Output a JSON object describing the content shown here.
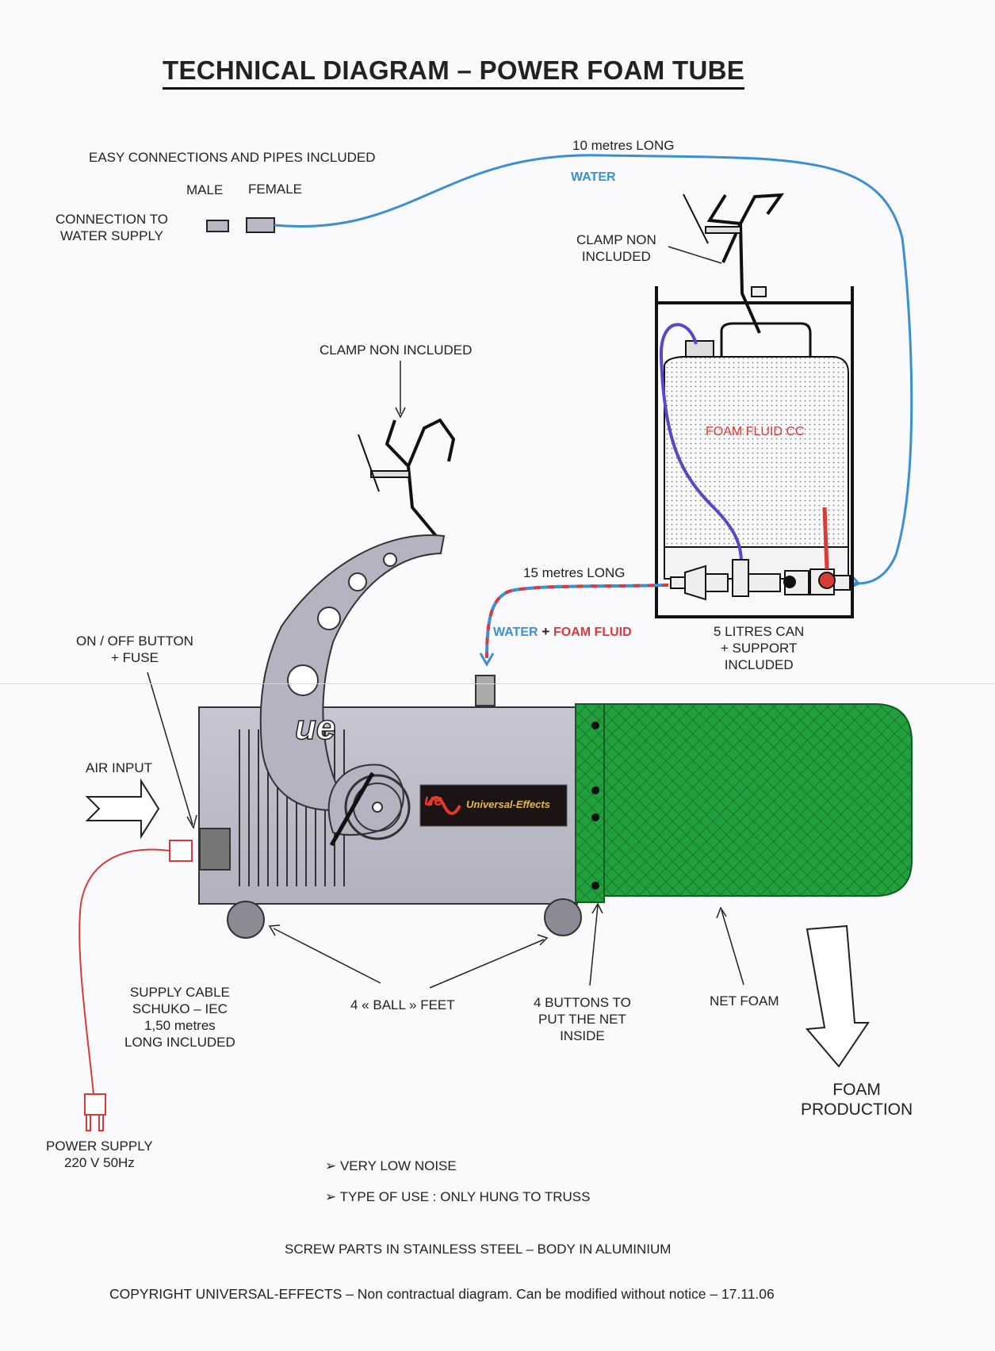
{
  "title": "TECHNICAL DIAGRAM – POWER FOAM TUBE",
  "labels": {
    "easy_connections": "EASY CONNECTIONS AND PIPES INCLUDED",
    "male": "MALE",
    "female": "FEMALE",
    "connection_water_1": "CONNECTION TO",
    "connection_water_2": "WATER SUPPLY",
    "ten_metres": "10 metres LONG",
    "water": "WATER",
    "clamp_top_1": "CLAMP NON",
    "clamp_top_2": "INCLUDED",
    "clamp_mid": "CLAMP NON INCLUDED",
    "foam_fluid_cc": "FOAM FLUID CC",
    "fifteen_metres": "15 metres LONG",
    "water_part": "WATER",
    "plus": "+",
    "foam_fluid": "FOAM FLUID",
    "can_1": "5 LITRES CAN",
    "can_2": "+ SUPPORT",
    "can_3": "INCLUDED",
    "onoff_1": "ON / OFF BUTTON",
    "onoff_2": "+ FUSE",
    "air_input": "AIR INPUT",
    "supply_1": "SUPPLY CABLE",
    "supply_2": "SCHUKO – IEC",
    "supply_3": "1,50 metres",
    "supply_4": "LONG INCLUDED",
    "ball_feet": "4 « BALL » FEET",
    "buttons_1": "4 BUTTONS TO",
    "buttons_2": "PUT THE NET",
    "buttons_3": "INSIDE",
    "net_foam": "NET FOAM",
    "foam_prod_1": "FOAM",
    "foam_prod_2": "PRODUCTION",
    "power_1": "POWER SUPPLY",
    "power_2": "220 V   50Hz",
    "feature_1": "➢ VERY LOW NOISE",
    "feature_2": "➢ TYPE OF USE : ONLY HUNG TO TRUSS",
    "screw_parts": "SCREW PARTS IN STAINLESS STEEL – BODY IN ALUMINIUM",
    "copyright": "COPYRIGHT UNIVERSAL-EFFECTS  –  Non contractual diagram. Can be modified without notice – 17.11.06",
    "arc_logo": "ue",
    "brand_badge_mark": "ue",
    "brand_badge_name": "Universal-Effects"
  },
  "colors": {
    "water_pipe": "#3a8fd6",
    "fluid_pipe": "#d93a3a",
    "inner_tube": "#5a46c8",
    "body": "#b9b9c6",
    "net": "#1f9a3a",
    "cable": "#d83a3a"
  }
}
